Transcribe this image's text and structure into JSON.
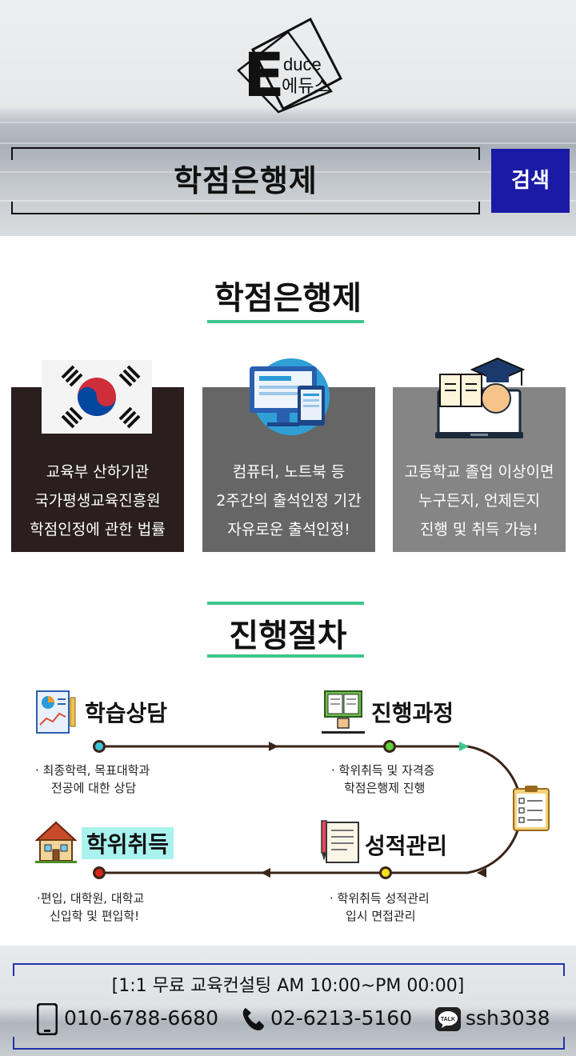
{
  "brand": {
    "logo_letter": "E",
    "logo_suffix": "duce",
    "logo_korean": "에듀스"
  },
  "search": {
    "query": "학점은행제",
    "button_label": "검색"
  },
  "intro": {
    "title": "학점은행제",
    "cards": [
      {
        "icon": "korean-flag-icon",
        "lines": [
          "교육부 산하기관",
          "국가평생교육진흥원",
          "학점인정에 관한 법률"
        ]
      },
      {
        "icon": "computer-devices-icon",
        "lines": [
          "컴퓨터, 노트북 등",
          "2주간의 출석인정 기간",
          "자유로운 출석인정!"
        ]
      },
      {
        "icon": "graduate-laptop-icon",
        "lines": [
          "고등학교 졸업 이상이면",
          "누구든지, 언제든지",
          "진행 및 취득 가능!"
        ]
      }
    ],
    "colors": {
      "card1": "#2a1e1e",
      "card2": "#666666",
      "card3": "#858585",
      "accent": "#3cc68f"
    }
  },
  "process": {
    "title": "진행절차",
    "steps": [
      {
        "title": "학습상담",
        "icon": "chart-report-icon",
        "desc": [
          "· 최종학력, 목표대학과",
          "전공에 대한 상담"
        ],
        "dot_color": "#3fc4d6"
      },
      {
        "title": "진행과정",
        "icon": "book-hand-icon",
        "desc": [
          "· 학위취득 및 자격증",
          "학점은행제 진행"
        ],
        "dot_color": "#5ad13a"
      },
      {
        "title": "성적관리",
        "icon": "report-card-icon",
        "desc": [
          "· 학위취득 성적관리",
          "입시 면접관리"
        ],
        "dot_color": "#f2e21a"
      },
      {
        "title": "학위취득",
        "icon": "house-icon",
        "desc": [
          "·편입, 대학원, 대학교",
          "신입학 및 편입학!"
        ],
        "dot_color": "#d8241c"
      }
    ],
    "checklist_icon": "clipboard-checklist-icon",
    "line_color": "#3a2418"
  },
  "footer": {
    "consult": "[1:1 무료 교육컨설팅 AM 10:00~PM 00:00]",
    "mobile": "010-6788-6680",
    "phone": "02-6213-5160",
    "kakao_badge": "TALK",
    "kakao": "ssh3038"
  }
}
